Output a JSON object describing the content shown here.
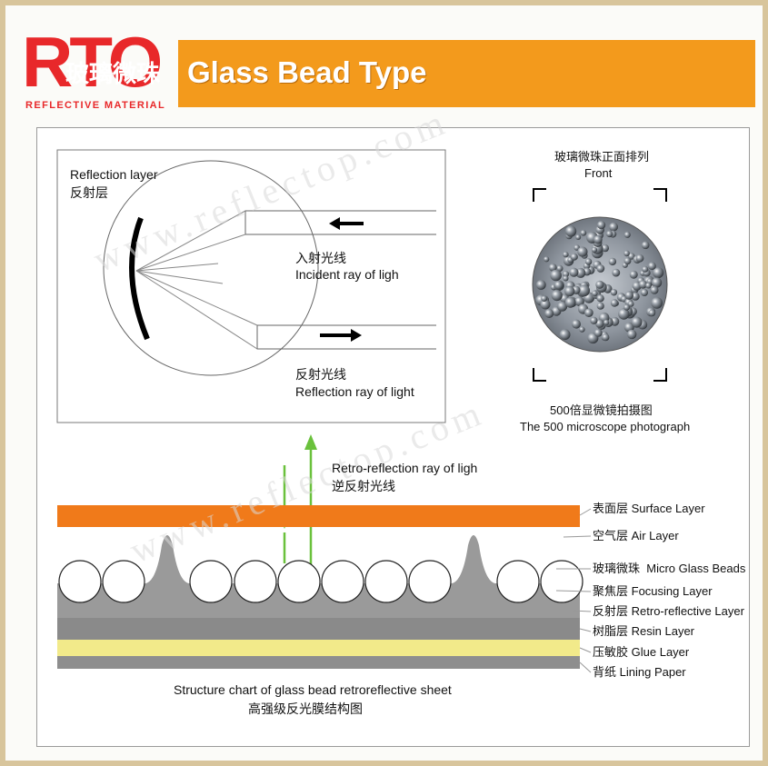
{
  "header": {
    "logo_text": "RTO",
    "logo_cn": "玻璃微珠",
    "logo_subtitle": "REFLECTIVE MATERIAL",
    "title": "Glass Bead Type"
  },
  "optics": {
    "reflection_layer_en": "Reflection layer",
    "reflection_layer_cn": "反射层",
    "incident_cn": "入射光线",
    "incident_en": "Incident ray of ligh",
    "reflection_ray_cn": "反射光线",
    "reflection_ray_en": "Reflection ray of light"
  },
  "photo": {
    "caption_top_cn": "玻璃微珠正面排列",
    "caption_top_en": "Front",
    "caption_bottom_cn": "500倍显微镜拍摄图",
    "caption_bottom_en": "The 500 microscope photograph"
  },
  "retro": {
    "label_en": "Retro-reflection ray of ligh",
    "label_cn": "逆反射光线"
  },
  "layers": [
    {
      "cn": "表面层",
      "en": "Surface Layer",
      "color": "#f07a1a"
    },
    {
      "cn": "空气层",
      "en": "Air Layer",
      "color": "#ffffff"
    },
    {
      "cn": "玻璃微珠",
      "en": "Micro Glass Beads",
      "color": "#ffffff"
    },
    {
      "cn": "聚焦层",
      "en": "Focusing Layer",
      "color": "#8c8c8c"
    },
    {
      "cn": "反射层",
      "en": "Retro-reflective Layer",
      "color": "#9a9a9a"
    },
    {
      "cn": "树脂层",
      "en": "Resin Layer",
      "color": "#8a8a8a"
    },
    {
      "cn": "压敏胶",
      "en": "Glue Layer",
      "color": "#f2ea8a"
    },
    {
      "cn": "背纸",
      "en": "Lining Paper",
      "color": "#8e8e8e"
    }
  ],
  "structure": {
    "caption_en": "Structure chart of glass bead retroreflective sheet",
    "caption_cn": "高强级反光膜结构图"
  },
  "watermark": "www.reflectop.com",
  "colors": {
    "header_orange": "#f39a1c",
    "logo_red": "#e8282a",
    "surface_orange": "#f07a1a",
    "retro_arrow_green": "#6ac13c"
  }
}
